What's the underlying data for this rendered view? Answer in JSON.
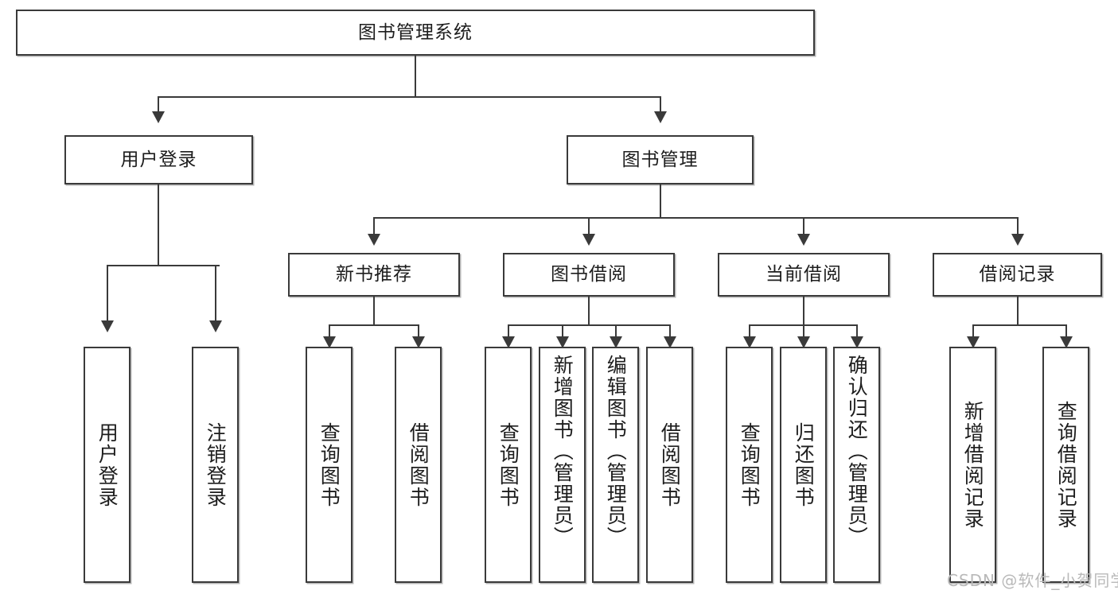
{
  "diagram": {
    "type": "tree",
    "title": "图书管理系统",
    "root": {
      "label": "图书管理系统"
    },
    "level2": [
      {
        "label": "用户登录"
      },
      {
        "label": "图书管理"
      }
    ],
    "level3": [
      {
        "label": "新书推荐"
      },
      {
        "label": "图书借阅"
      },
      {
        "label": "当前借阅"
      },
      {
        "label": "借阅记录"
      }
    ],
    "leaves": {
      "user_login": [
        {
          "label": "用户登录"
        },
        {
          "label": "注销登录"
        }
      ],
      "new_book": [
        {
          "label": "查询图书"
        },
        {
          "label": "借阅图书"
        }
      ],
      "borrow_book": [
        {
          "label": "查询图书"
        },
        {
          "label": "新增图书（管理员）"
        },
        {
          "label": "编辑图书（管理员）"
        },
        {
          "label": "借阅图书"
        }
      ],
      "current_borrow": [
        {
          "label": "查询图书"
        },
        {
          "label": "归还图书"
        },
        {
          "label": "确认归还（管理员）"
        }
      ],
      "borrow_record": [
        {
          "label": "新增借阅记录"
        },
        {
          "label": "查询借阅记录"
        }
      ]
    }
  },
  "watermark": {
    "text": "CSDN @软件_小贺同学"
  },
  "colors": {
    "stroke": "#3a3a3a",
    "background": "#ffffff",
    "text": "#1d1d1d",
    "watermark": "#b9b9b9"
  }
}
